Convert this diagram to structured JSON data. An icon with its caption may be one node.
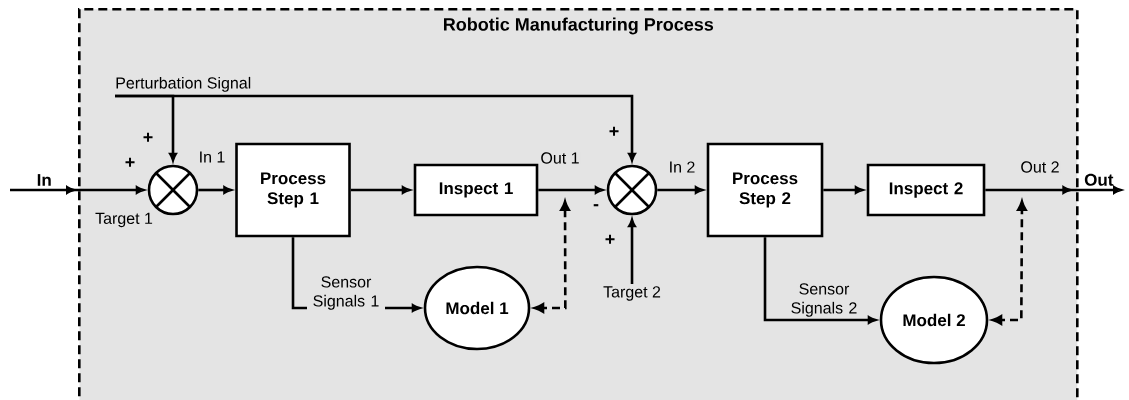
{
  "diagram": {
    "nodes": [
      {
        "text": [
          "Robotic Manufacturing Process"
        ]
      },
      {
        "text": [
          "In"
        ]
      },
      {
        "text": [
          "Perturbation Signal"
        ],
        "in": 0
      },
      {
        "text": [],
        "shape": "circle",
        "in": 0
      },
      {
        "text": [
          "Process Step 1"
        ],
        "in": 0
      },
      {
        "text": [
          "Inspect 1"
        ],
        "in": 0
      },
      {
        "text": [],
        "shape": "circle",
        "in": 0
      },
      {
        "text": [
          "Process Step 2"
        ],
        "in": 0
      },
      {
        "text": [
          "Inspect 2"
        ],
        "in": 0
      },
      {
        "text": [
          "Out"
        ]
      },
      {
        "text": [
          "Model 1"
        ],
        "in": 0
      },
      {
        "text": [
          "Target 2"
        ],
        "in": 0
      },
      {
        "text": [
          "Model 2"
        ],
        "in": 0
      }
    ],
    "edges": [
      {
        "from": 1,
        "to": 3,
        "arrow": "to",
        "label": "Target 1"
      },
      {
        "from": 2,
        "to": 3,
        "arrow": "to"
      },
      {
        "from": 2,
        "to": 6,
        "arrow": "to"
      },
      {
        "from": 3,
        "to": 4,
        "arrow": "to",
        "label": "In 1"
      },
      {
        "from": 4,
        "to": 5,
        "arrow": "to"
      },
      {
        "from": 5,
        "to": 6,
        "arrow": "to",
        "label": "Out 1"
      },
      {
        "from": 6,
        "to": 7,
        "arrow": "to",
        "label": "In 2"
      },
      {
        "from": 7,
        "to": 8,
        "arrow": "to"
      },
      {
        "from": 8,
        "to": 9,
        "arrow": "to",
        "label": "Out 2"
      },
      {
        "from": 4,
        "to": 10,
        "arrow": "to",
        "label": "Sensor Signals 1"
      },
      {
        "from": 10,
        "to": null,
        "arrow": "both",
        "style": "dashed"
      },
      {
        "from": 11,
        "to": 6,
        "arrow": "to"
      },
      {
        "from": 7,
        "to": 12,
        "arrow": "to",
        "label": "Sensor Signals 2"
      },
      {
        "from": 12,
        "to": null,
        "arrow": "both",
        "style": "dashed"
      }
    ],
    "labels": [
      "+",
      "+",
      "+",
      "-",
      "+"
    ]
  }
}
